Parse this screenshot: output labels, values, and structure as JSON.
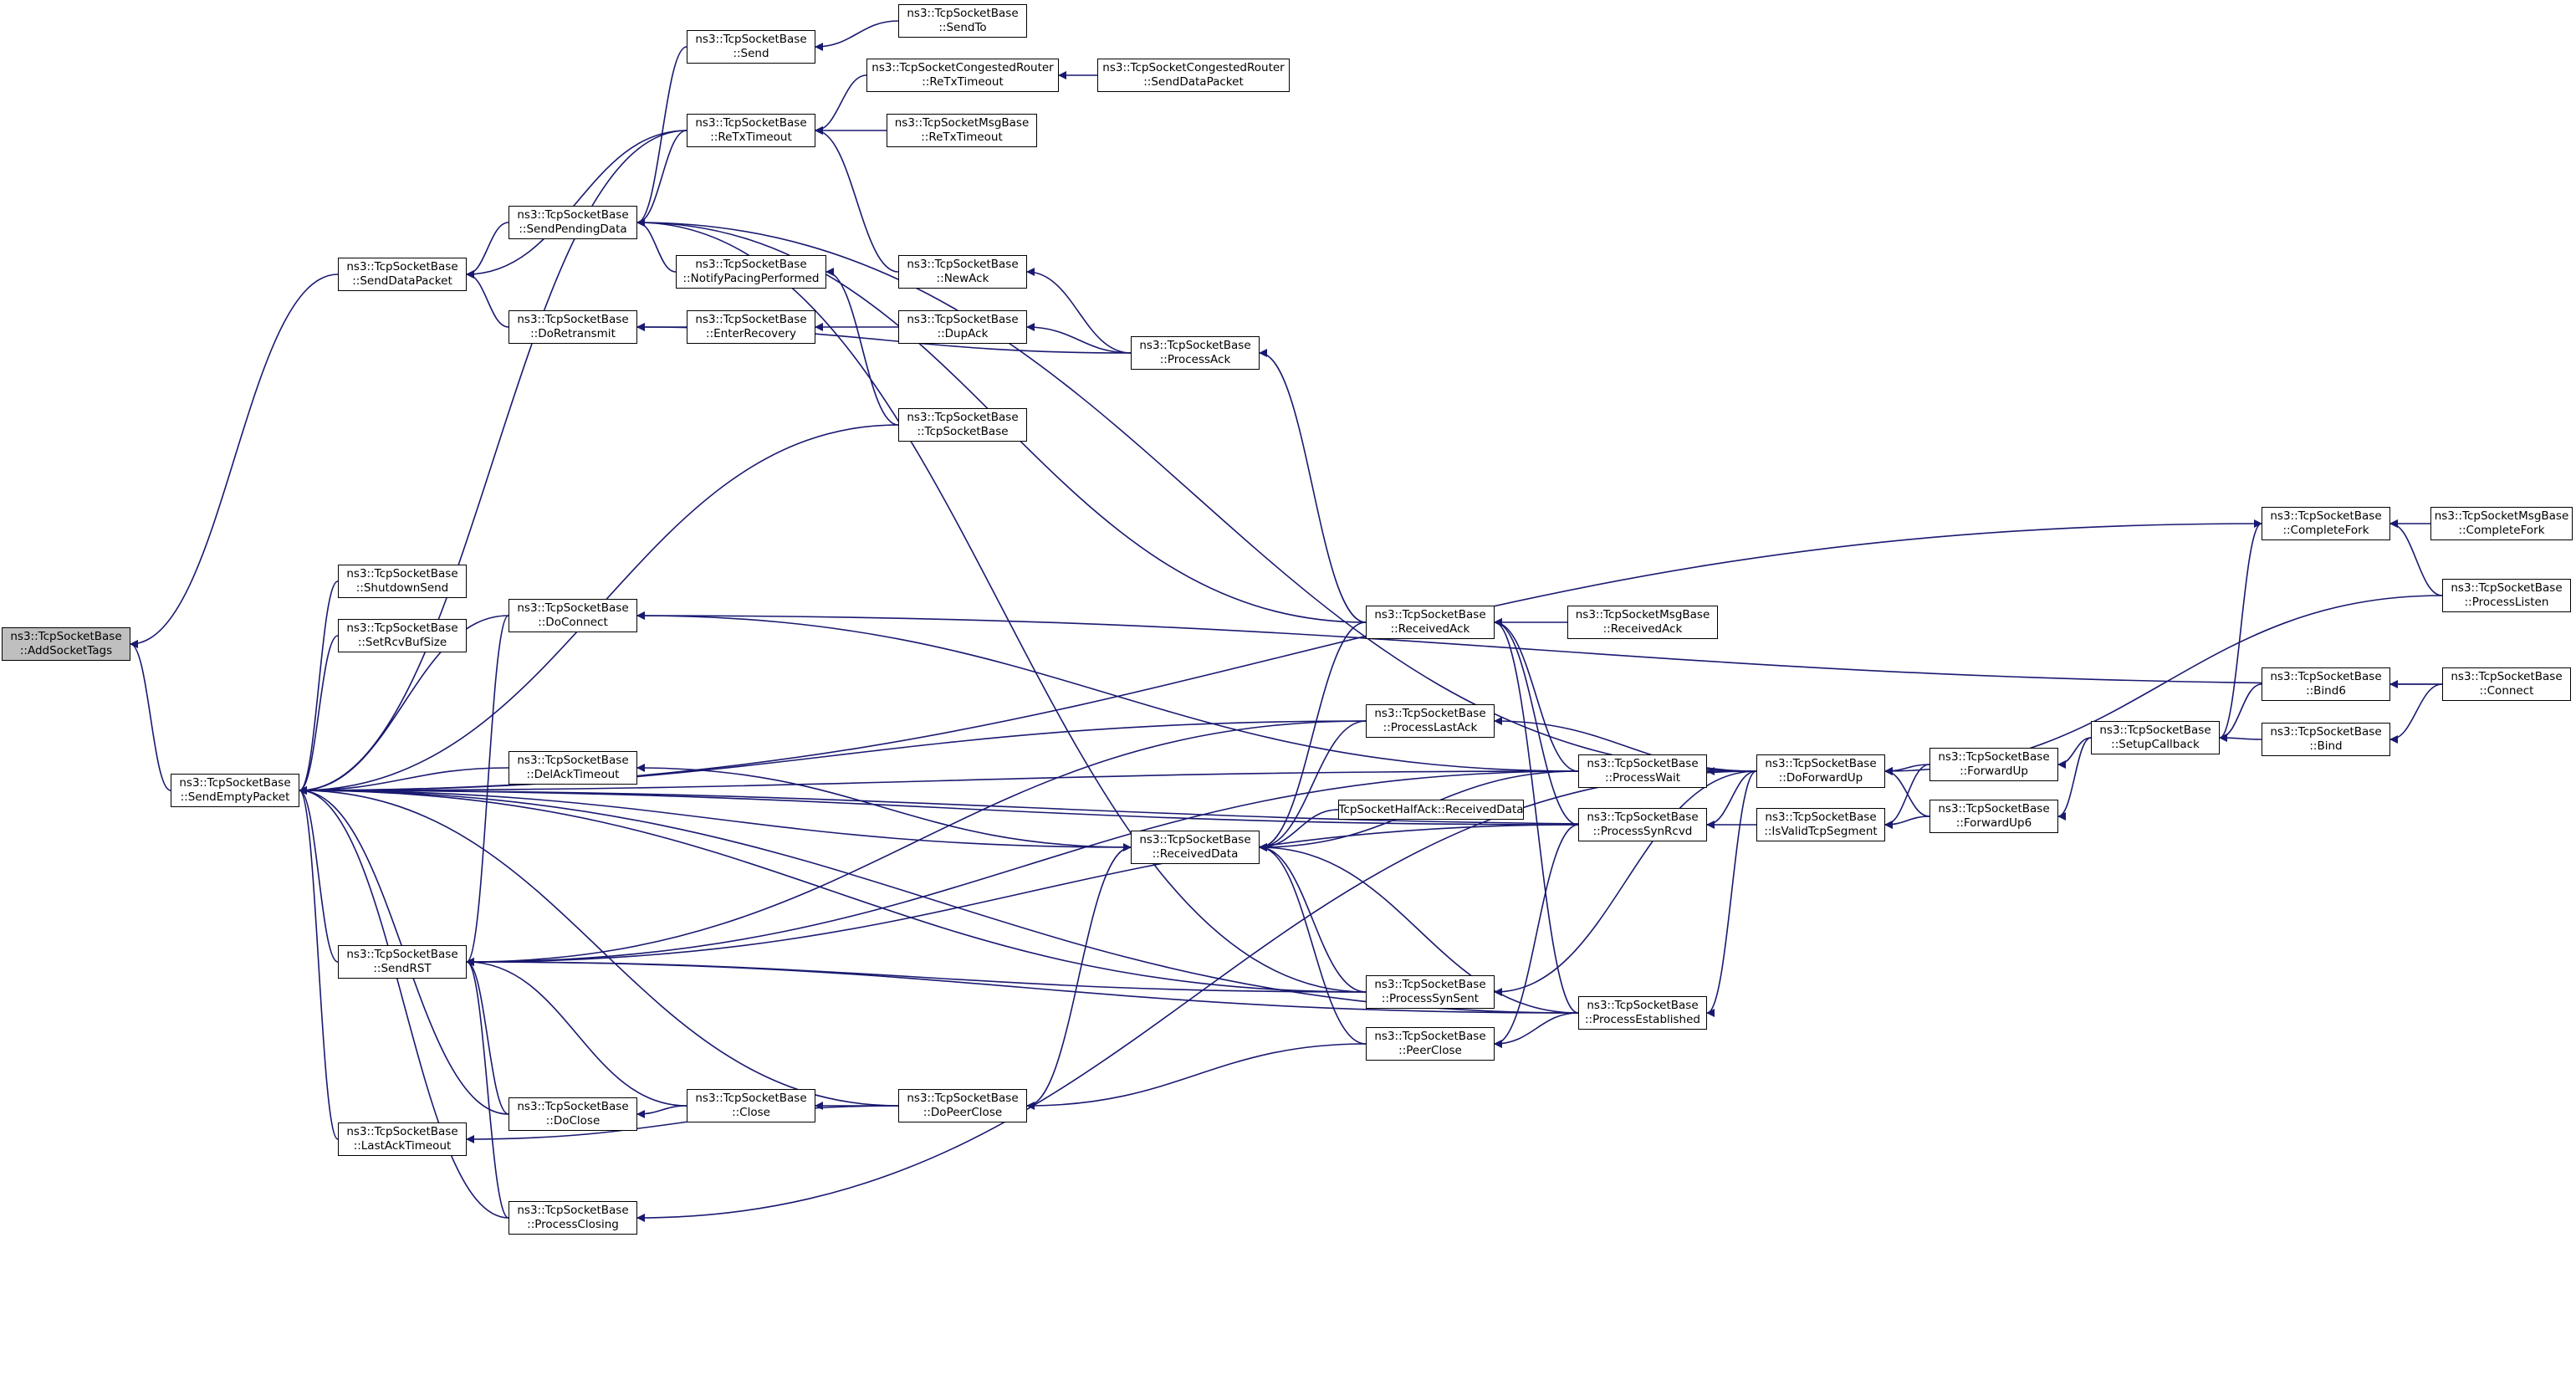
{
  "graph": {
    "edge_color": "#191970",
    "root_fill": "#bfbfbf",
    "nodes": {
      "root": {
        "line1": "ns3::TcpSocketBase",
        "line2": "::AddSocketTags"
      },
      "sendEmptyPacket": {
        "line1": "ns3::TcpSocketBase",
        "line2": "::SendEmptyPacket"
      },
      "sendDataPacket": {
        "line1": "ns3::TcpSocketBase",
        "line2": "::SendDataPacket"
      },
      "shutdownSend": {
        "line1": "ns3::TcpSocketBase",
        "line2": "::ShutdownSend"
      },
      "setRcvBufSize": {
        "line1": "ns3::TcpSocketBase",
        "line2": "::SetRcvBufSize"
      },
      "sendRST": {
        "line1": "ns3::TcpSocketBase",
        "line2": "::SendRST"
      },
      "lastAckTimeout": {
        "line1": "ns3::TcpSocketBase",
        "line2": "::LastAckTimeout"
      },
      "send": {
        "line1": "ns3::TcpSocketBase",
        "line2": "::Send"
      },
      "reTxTimeout": {
        "line1": "ns3::TcpSocketBase",
        "line2": "::ReTxTimeout"
      },
      "sendPendingData": {
        "line1": "ns3::TcpSocketBase",
        "line2": "::SendPendingData"
      },
      "doRetransmit": {
        "line1": "ns3::TcpSocketBase",
        "line2": "::DoRetransmit"
      },
      "doConnect": {
        "line1": "ns3::TcpSocketBase",
        "line2": "::DoConnect"
      },
      "delAckTimeout": {
        "line1": "ns3::TcpSocketBase",
        "line2": "::DelAckTimeout"
      },
      "doClose": {
        "line1": "ns3::TcpSocketBase",
        "line2": "::DoClose"
      },
      "processClosing": {
        "line1": "ns3::TcpSocketBase",
        "line2": "::ProcessClosing"
      },
      "notifyPacing": {
        "line1": "ns3::TcpSocketBase",
        "line2": "::NotifyPacingPerformed"
      },
      "enterRecovery": {
        "line1": "ns3::TcpSocketBase",
        "line2": "::EnterRecovery"
      },
      "close": {
        "line1": "ns3::TcpSocketBase",
        "line2": "::Close"
      },
      "sendTo": {
        "line1": "ns3::TcpSocketBase",
        "line2": "::SendTo"
      },
      "congReTx": {
        "line1": "ns3::TcpSocketCongestedRouter",
        "line2": "::ReTxTimeout"
      },
      "msgReTx": {
        "line1": "ns3::TcpSocketMsgBase",
        "line2": "::ReTxTimeout"
      },
      "newAck": {
        "line1": "ns3::TcpSocketBase",
        "line2": "::NewAck"
      },
      "dupAck": {
        "line1": "ns3::TcpSocketBase",
        "line2": "::DupAck"
      },
      "tcpSocketBase": {
        "line1": "ns3::TcpSocketBase",
        "line2": "::TcpSocketBase"
      },
      "doPeerClose": {
        "line1": "ns3::TcpSocketBase",
        "line2": "::DoPeerClose"
      },
      "congSendData": {
        "line1": "ns3::TcpSocketCongestedRouter",
        "line2": "::SendDataPacket"
      },
      "processAck": {
        "line1": "ns3::TcpSocketBase",
        "line2": "::ProcessAck"
      },
      "receivedData": {
        "line1": "ns3::TcpSocketBase",
        "line2": "::ReceivedData"
      },
      "receivedAck": {
        "line1": "ns3::TcpSocketBase",
        "line2": "::ReceivedAck"
      },
      "processLastAck": {
        "line1": "ns3::TcpSocketBase",
        "line2": "::ProcessLastAck"
      },
      "halfAck": {
        "line1": "TcpSocketHalfAck::ReceivedData",
        "line2": ""
      },
      "processSynSent": {
        "line1": "ns3::TcpSocketBase",
        "line2": "::ProcessSynSent"
      },
      "peerClose": {
        "line1": "ns3::TcpSocketBase",
        "line2": "::PeerClose"
      },
      "msgReceivedAck": {
        "line1": "ns3::TcpSocketMsgBase",
        "line2": "::ReceivedAck"
      },
      "processWait": {
        "line1": "ns3::TcpSocketBase",
        "line2": "::ProcessWait"
      },
      "processSynRcvd": {
        "line1": "ns3::TcpSocketBase",
        "line2": "::ProcessSynRcvd"
      },
      "processEstablished": {
        "line1": "ns3::TcpSocketBase",
        "line2": "::ProcessEstablished"
      },
      "doForwardUp": {
        "line1": "ns3::TcpSocketBase",
        "line2": "::DoForwardUp"
      },
      "isValidTcpSegment": {
        "line1": "ns3::TcpSocketBase",
        "line2": "::IsValidTcpSegment"
      },
      "forwardUp": {
        "line1": "ns3::TcpSocketBase",
        "line2": "::ForwardUp"
      },
      "forwardUp6": {
        "line1": "ns3::TcpSocketBase",
        "line2": "::ForwardUp6"
      },
      "completeFork": {
        "line1": "ns3::TcpSocketBase",
        "line2": "::CompleteFork"
      },
      "setupCallback": {
        "line1": "ns3::TcpSocketBase",
        "line2": "::SetupCallback"
      },
      "bind6": {
        "line1": "ns3::TcpSocketBase",
        "line2": "::Bind6"
      },
      "bind": {
        "line1": "ns3::TcpSocketBase",
        "line2": "::Bind"
      },
      "msgCompleteFork": {
        "line1": "ns3::TcpSocketMsgBase",
        "line2": "::CompleteFork"
      },
      "processListen": {
        "line1": "ns3::TcpSocketBase",
        "line2": "::ProcessListen"
      },
      "connect": {
        "line1": "ns3::TcpSocketBase",
        "line2": "::Connect"
      }
    },
    "edges": [
      [
        "sendEmptyPacket",
        "root"
      ],
      [
        "sendDataPacket",
        "root"
      ],
      [
        "shutdownSend",
        "sendEmptyPacket"
      ],
      [
        "setRcvBufSize",
        "sendEmptyPacket"
      ],
      [
        "sendRST",
        "sendEmptyPacket"
      ],
      [
        "lastAckTimeout",
        "sendEmptyPacket"
      ],
      [
        "doConnect",
        "sendEmptyPacket"
      ],
      [
        "delAckTimeout",
        "sendEmptyPacket"
      ],
      [
        "doClose",
        "sendEmptyPacket"
      ],
      [
        "processClosing",
        "sendEmptyPacket"
      ],
      [
        "reTxTimeout",
        "sendEmptyPacket"
      ],
      [
        "tcpSocketBase",
        "sendEmptyPacket"
      ],
      [
        "doPeerClose",
        "sendEmptyPacket"
      ],
      [
        "receivedData",
        "sendEmptyPacket"
      ],
      [
        "processLastAck",
        "sendEmptyPacket"
      ],
      [
        "processSynSent",
        "sendEmptyPacket"
      ],
      [
        "processWait",
        "sendEmptyPacket"
      ],
      [
        "processSynRcvd",
        "sendEmptyPacket"
      ],
      [
        "processEstablished",
        "sendEmptyPacket"
      ],
      [
        "isValidTcpSegment",
        "sendEmptyPacket"
      ],
      [
        "completeFork",
        "sendEmptyPacket"
      ],
      [
        "sendPendingData",
        "sendDataPacket"
      ],
      [
        "doRetransmit",
        "sendDataPacket"
      ],
      [
        "reTxTimeout",
        "sendDataPacket"
      ],
      [
        "send",
        "sendPendingData"
      ],
      [
        "reTxTimeout",
        "sendPendingData"
      ],
      [
        "notifyPacing",
        "sendPendingData"
      ],
      [
        "receivedAck",
        "sendPendingData"
      ],
      [
        "processSynSent",
        "sendPendingData"
      ],
      [
        "doForwardUp",
        "sendPendingData"
      ],
      [
        "sendTo",
        "send"
      ],
      [
        "congReTx",
        "reTxTimeout"
      ],
      [
        "msgReTx",
        "reTxTimeout"
      ],
      [
        "newAck",
        "reTxTimeout"
      ],
      [
        "congSendData",
        "congReTx"
      ],
      [
        "enterRecovery",
        "doRetransmit"
      ],
      [
        "processAck",
        "doRetransmit"
      ],
      [
        "tcpSocketBase",
        "notifyPacing"
      ],
      [
        "dupAck",
        "enterRecovery"
      ],
      [
        "processAck",
        "newAck"
      ],
      [
        "processAck",
        "dupAck"
      ],
      [
        "receivedAck",
        "processAck"
      ],
      [
        "connect",
        "doConnect"
      ],
      [
        "processWait",
        "doConnect"
      ],
      [
        "receivedData",
        "delAckTimeout"
      ],
      [
        "processSynSent",
        "sendRST"
      ],
      [
        "processEstablished",
        "sendRST"
      ],
      [
        "processWait",
        "sendRST"
      ],
      [
        "processSynRcvd",
        "sendRST"
      ],
      [
        "processLastAck",
        "sendRST"
      ],
      [
        "doClose",
        "sendRST"
      ],
      [
        "close",
        "sendRST"
      ],
      [
        "processClosing",
        "sendRST"
      ],
      [
        "doConnect",
        "sendRST"
      ],
      [
        "close",
        "doClose"
      ],
      [
        "doPeerClose",
        "close"
      ],
      [
        "doPeerClose",
        "lastAckTimeout"
      ],
      [
        "peerClose",
        "doPeerClose"
      ],
      [
        "doForwardUp",
        "processClosing"
      ],
      [
        "receivedAck",
        "receivedData"
      ],
      [
        "processLastAck",
        "receivedData"
      ],
      [
        "halfAck",
        "receivedData"
      ],
      [
        "processWait",
        "receivedData"
      ],
      [
        "processSynSent",
        "receivedData"
      ],
      [
        "peerClose",
        "receivedData"
      ],
      [
        "processEstablished",
        "receivedData"
      ],
      [
        "doPeerClose",
        "receivedData"
      ],
      [
        "msgReceivedAck",
        "receivedAck"
      ],
      [
        "processWait",
        "receivedAck"
      ],
      [
        "processSynRcvd",
        "receivedAck"
      ],
      [
        "processEstablished",
        "receivedAck"
      ],
      [
        "doForwardUp",
        "processLastAck"
      ],
      [
        "processSynRcvd",
        "peerClose"
      ],
      [
        "processEstablished",
        "peerClose"
      ],
      [
        "doForwardUp",
        "processWait"
      ],
      [
        "doForwardUp",
        "processSynRcvd"
      ],
      [
        "doForwardUp",
        "processEstablished"
      ],
      [
        "doForwardUp",
        "processSynSent"
      ],
      [
        "processListen",
        "doForwardUp"
      ],
      [
        "forwardUp",
        "doForwardUp"
      ],
      [
        "forwardUp6",
        "doForwardUp"
      ],
      [
        "forwardUp",
        "isValidTcpSegment"
      ],
      [
        "forwardUp6",
        "isValidTcpSegment"
      ],
      [
        "setupCallback",
        "forwardUp"
      ],
      [
        "setupCallback",
        "forwardUp6"
      ],
      [
        "setupCallback",
        "completeFork"
      ],
      [
        "bind6",
        "setupCallback"
      ],
      [
        "bind",
        "setupCallback"
      ],
      [
        "connect",
        "bind6"
      ],
      [
        "connect",
        "bind"
      ],
      [
        "msgCompleteFork",
        "completeFork"
      ],
      [
        "processListen",
        "completeFork"
      ]
    ]
  }
}
